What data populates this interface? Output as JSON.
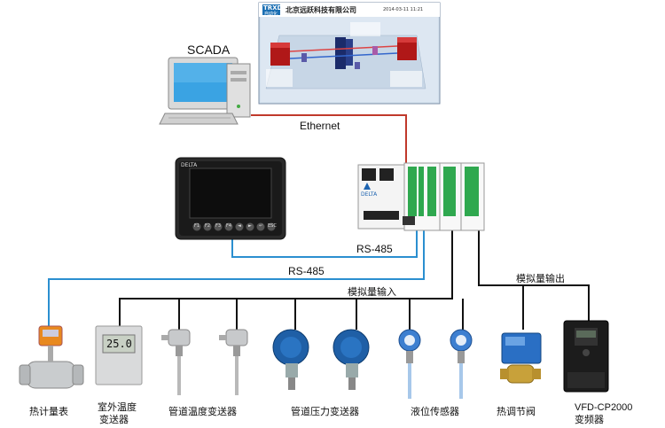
{
  "labels": {
    "scada": "SCADA",
    "ethernet": "Ethernet",
    "rs485_hmi": "RS-485",
    "rs485_field": "RS-485",
    "analog_in": "模拟量输入",
    "analog_out": "模拟量输出"
  },
  "screen": {
    "logo": "TRXD",
    "logo_sub": "自动化",
    "company": "北京远跃科技有限公司",
    "datetime": "2014-03-11 11:21"
  },
  "hmi": {
    "brand": "DELTA",
    "keys": [
      "F1",
      "F2",
      "F3",
      "F4",
      "◄",
      "►",
      "↵",
      "ESC"
    ]
  },
  "plc": {
    "brand": "DELTA"
  },
  "thermostat": {
    "display": "25.0"
  },
  "devices": {
    "heat_meter": "热计量表",
    "outdoor_temp_line1": "室外温度",
    "outdoor_temp_line2": "变送器",
    "pipe_temp": "管道温度变送器",
    "pipe_pressure": "管道压力变送器",
    "level_sensor": "液位传感器",
    "valve": "热调节阀",
    "vfd_line1": "VFD-CP2000",
    "vfd_line2": "变频器"
  },
  "colors": {
    "ethernet_line": "#c0392b",
    "rs485_line": "#2b8fd0",
    "bus_line": "#111111"
  }
}
